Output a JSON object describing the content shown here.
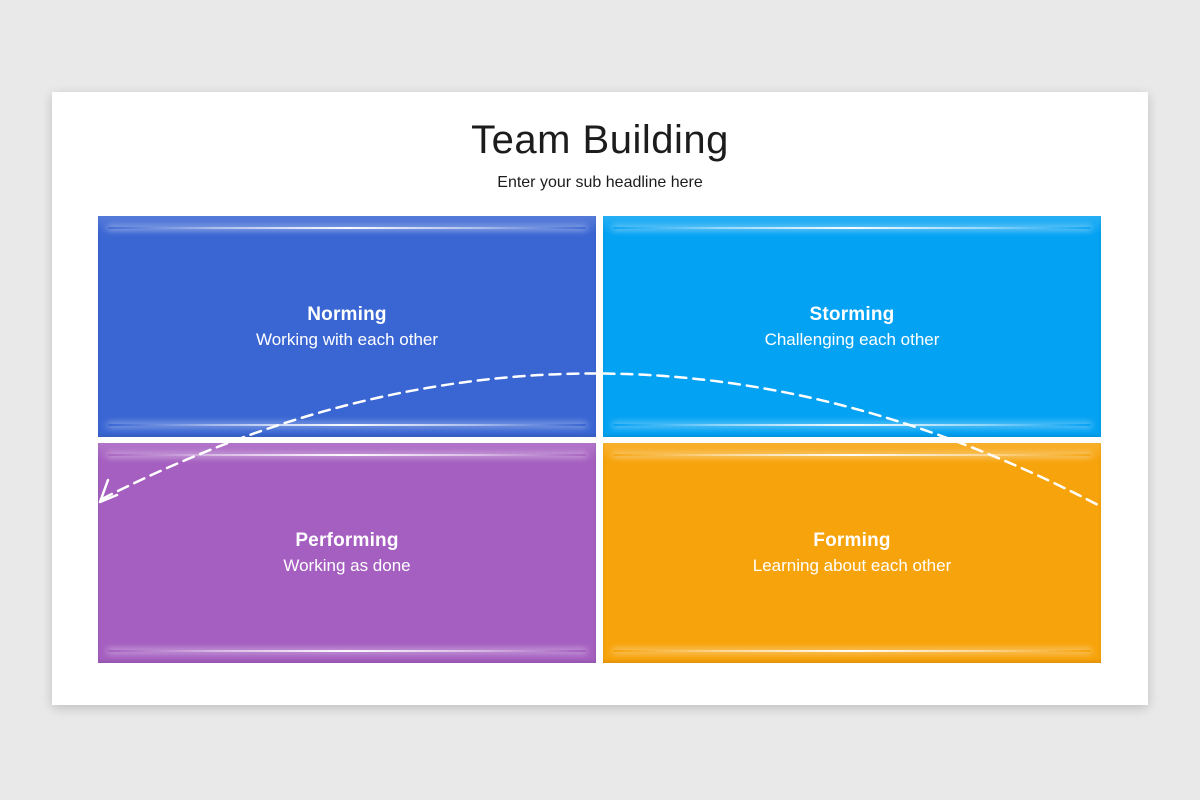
{
  "slide": {
    "title": "Team Building",
    "subtitle": "Enter your sub headline here"
  },
  "quadrants": [
    {
      "position": "top-left",
      "title": "Norming",
      "description": "Working with each other",
      "color": "#3a66d3"
    },
    {
      "position": "top-right",
      "title": "Storming",
      "description": "Challenging each other",
      "color": "#04a2f3"
    },
    {
      "position": "bottom-left",
      "title": "Performing",
      "description": "Working as done",
      "color": "#a55fc0"
    },
    {
      "position": "bottom-right",
      "title": "Forming",
      "description": "Learning about each other",
      "color": "#f7a30b"
    }
  ],
  "arrow": {
    "color": "#ffffff",
    "style": "dashed-arc",
    "direction": "right-to-left"
  },
  "colors": {
    "page_background": "#e9e9e9",
    "card_background": "#ffffff",
    "title_text": "#1c1c1c",
    "panel_text": "#ffffff"
  }
}
